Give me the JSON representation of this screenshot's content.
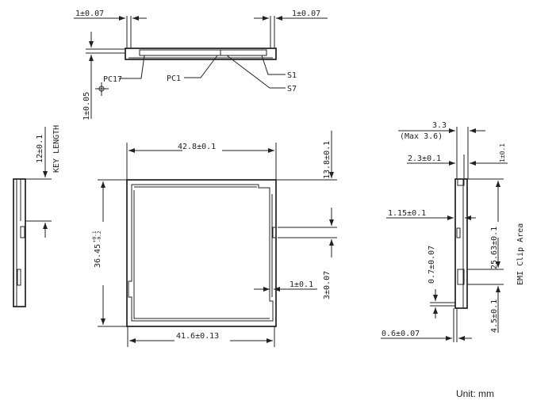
{
  "top_view": {
    "left_tol": "1±0.07",
    "right_tol": "1±0.07",
    "vertical_tol": "1±0.05",
    "labels": {
      "pc17": "PC17",
      "pc1": "PC1",
      "s1": "S1",
      "s7": "S7"
    }
  },
  "key_view": {
    "key_dim": "12±0.1",
    "key_label": "KEY LENGTH"
  },
  "front_view": {
    "width_top": "42.8±0.1",
    "width_bottom": "41.6±0.13",
    "height": "36.45",
    "height_tol_upper": "+0.1",
    "height_tol_lower": "-0.2",
    "right_top": "13.8±0.1",
    "right_slot": "3±0.07",
    "corner": "1±0.1"
  },
  "side_view": {
    "thickness": "3.3",
    "thickness_max": "(Max 3.6)",
    "dim_2_3": "2.3±0.1",
    "dim_1": "1±0.1",
    "dim_1_15": "1.15±0.1",
    "dim_25_63": "25.63±0.1",
    "dim_0_7": "0.7±0.07",
    "dim_4_5": "4.5±0.1",
    "dim_0_6": "0.6±0.07",
    "emi_label": "EMI Clip Area"
  },
  "unit_label": "Unit: mm"
}
